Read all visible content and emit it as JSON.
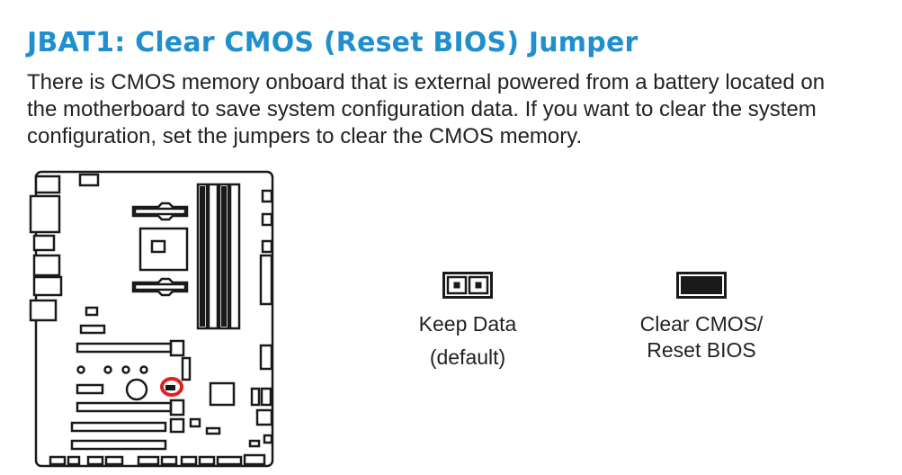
{
  "section": {
    "title": "JBAT1: Clear CMOS (Reset BIOS) Jumper",
    "description_lines": [
      "There is CMOS memory onboard that is external powered from a battery located on",
      "the motherboard to save system configuration data. If you want to clear the system",
      "configuration, set the jumpers to clear the CMOS memory."
    ]
  },
  "diagram": {
    "highlight_color": "#e02020",
    "line_color": "#1a1a1a",
    "keep_data": {
      "line1": "Keep Data",
      "line2": "(default)"
    },
    "clear_cmos": {
      "line1": "Clear CMOS/",
      "line2": "Reset BIOS"
    }
  }
}
